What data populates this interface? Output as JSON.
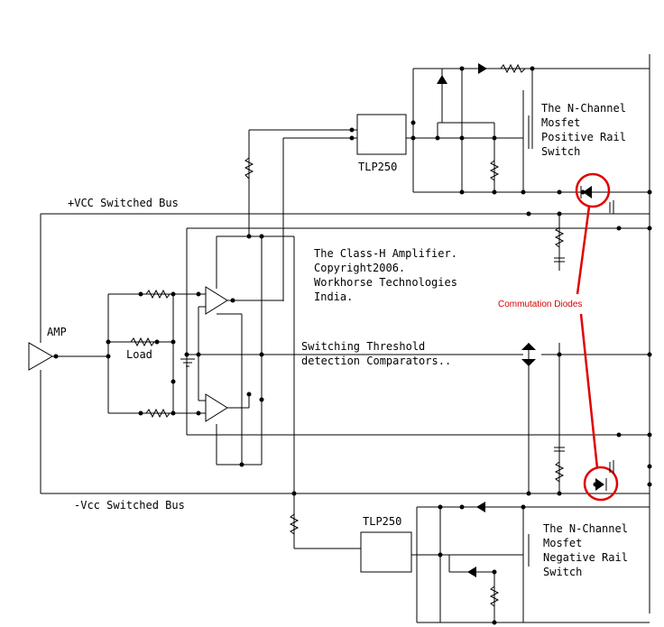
{
  "labels": {
    "vcc_bus": "+VCC Switched Bus",
    "neg_bus": "-Vcc Switched Bus",
    "tlp_top": "TLP250",
    "tlp_bottom": "TLP250",
    "amp": "AMP",
    "load": "Load",
    "title_lines": [
      "The Class-H Amplifier.",
      "Copyright2006.",
      "Workhorse Technologies",
      "India."
    ],
    "comparators_lines": [
      "Switching Threshold",
      "detection Comparators.."
    ],
    "pos_switch_lines": [
      "The N-Channel",
      "Mosfet",
      "Positive Rail",
      "Switch"
    ],
    "neg_switch_lines": [
      "The N-Channel",
      "Mosfet",
      "Negative Rail",
      "Switch"
    ],
    "commutation": "Commutation Diodes"
  },
  "colors": {
    "wire": "#000000",
    "highlight": "#e00000",
    "background": "#ffffff"
  }
}
